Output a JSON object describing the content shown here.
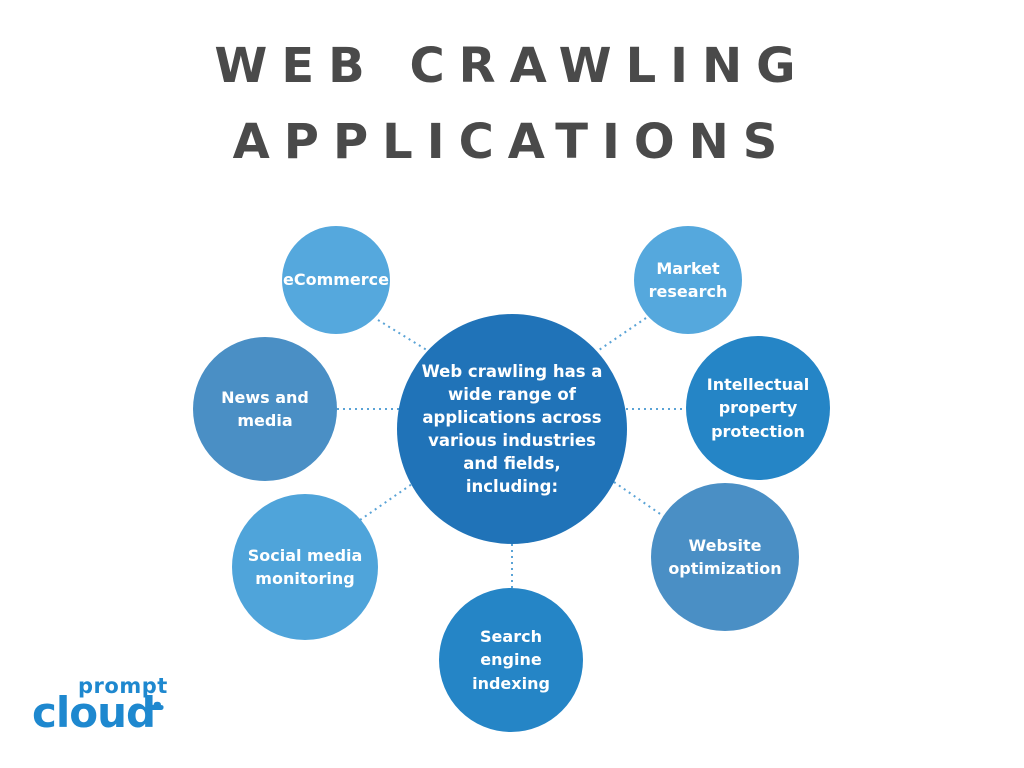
{
  "title": {
    "line1": "WEB CRAWLING",
    "line2": "APPLICATIONS"
  },
  "center": {
    "text": "Web crawling has a\nwide range of\napplications across\nvarious industries\nand fields,\nincluding:"
  },
  "nodes": {
    "ecommerce": "eCommerce",
    "market_research": "Market\nresearch",
    "news_media": "News and\nmedia",
    "ip_protection": "Intellectual\nproperty\nprotection",
    "social_media": "Social media\nmonitoring",
    "website_optimization": "Website\noptimization",
    "search_indexing": "Search engine\nindexing"
  },
  "logo": {
    "top": "prompt",
    "bottom": "cloud"
  },
  "colors": {
    "title": "#4a4a4a",
    "center": "#2073b8",
    "light_blue": "#55a8dd",
    "mid_blue": "#4a8fc5",
    "deep_blue": "#2585c6",
    "connector": "#5aa3d6",
    "logo": "#1e88cf"
  }
}
